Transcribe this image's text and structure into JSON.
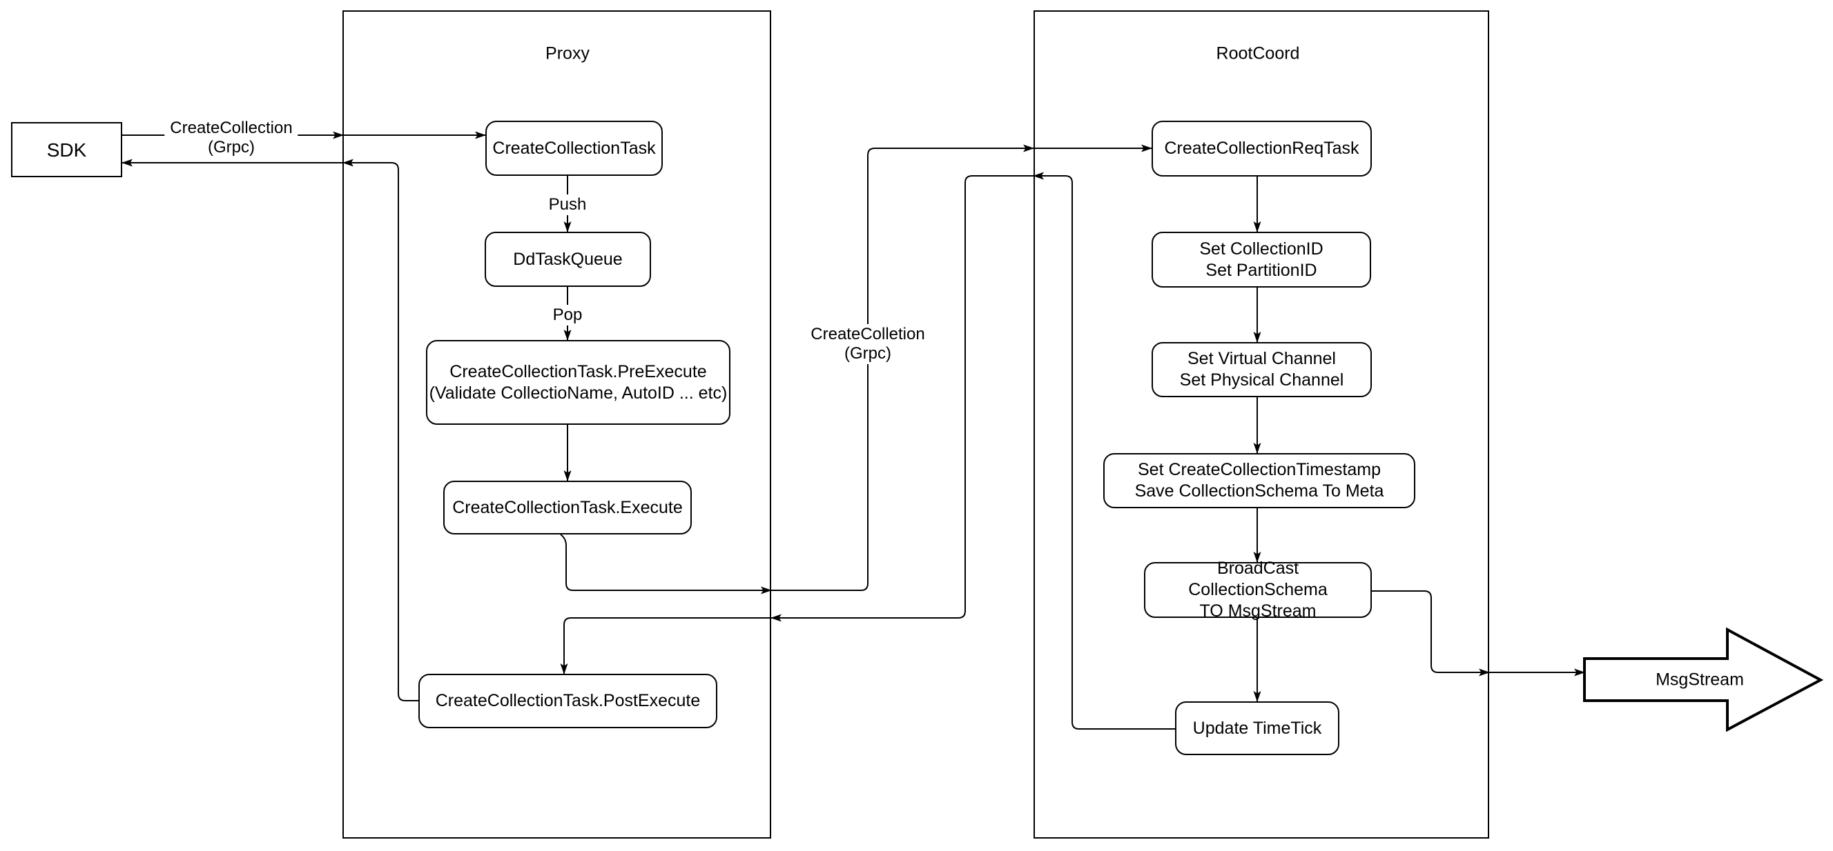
{
  "colors": {
    "stroke": "#000000",
    "background": "#ffffff"
  },
  "containers": {
    "proxy": {
      "title": "Proxy"
    },
    "rootcoord": {
      "title": "RootCoord"
    }
  },
  "nodes": {
    "sdk": {
      "label": "SDK"
    },
    "create_collection_task": {
      "label": "CreateCollectionTask"
    },
    "dd_task_queue": {
      "label": "DdTaskQueue"
    },
    "pre_execute": {
      "label": "CreateCollectionTask.PreExecute\n(Validate CollectioName, AutoID ... etc)"
    },
    "execute": {
      "label": "CreateCollectionTask.Execute"
    },
    "post_execute": {
      "label": "CreateCollectionTask.PostExecute"
    },
    "req_task": {
      "label": "CreateCollectionReqTask"
    },
    "set_ids": {
      "label": "Set CollectionID\nSet PartitionID"
    },
    "set_channels": {
      "label": "Set Virtual Channel\nSet Physical Channel"
    },
    "set_timestamp": {
      "label": "Set CreateCollectionTimestamp\nSave CollectionSchema To Meta"
    },
    "broadcast": {
      "label": "BroadCast CollectionSchema\nTO MsgStream"
    },
    "update_timetick": {
      "label": "Update TimeTick"
    },
    "msg_stream": {
      "label": "MsgStream"
    }
  },
  "edge_labels": {
    "grpc_request": "CreateCollection\n(Grpc)",
    "push": "Push",
    "pop": "Pop",
    "grpc_internal": "CreateColletion\n(Grpc)"
  }
}
